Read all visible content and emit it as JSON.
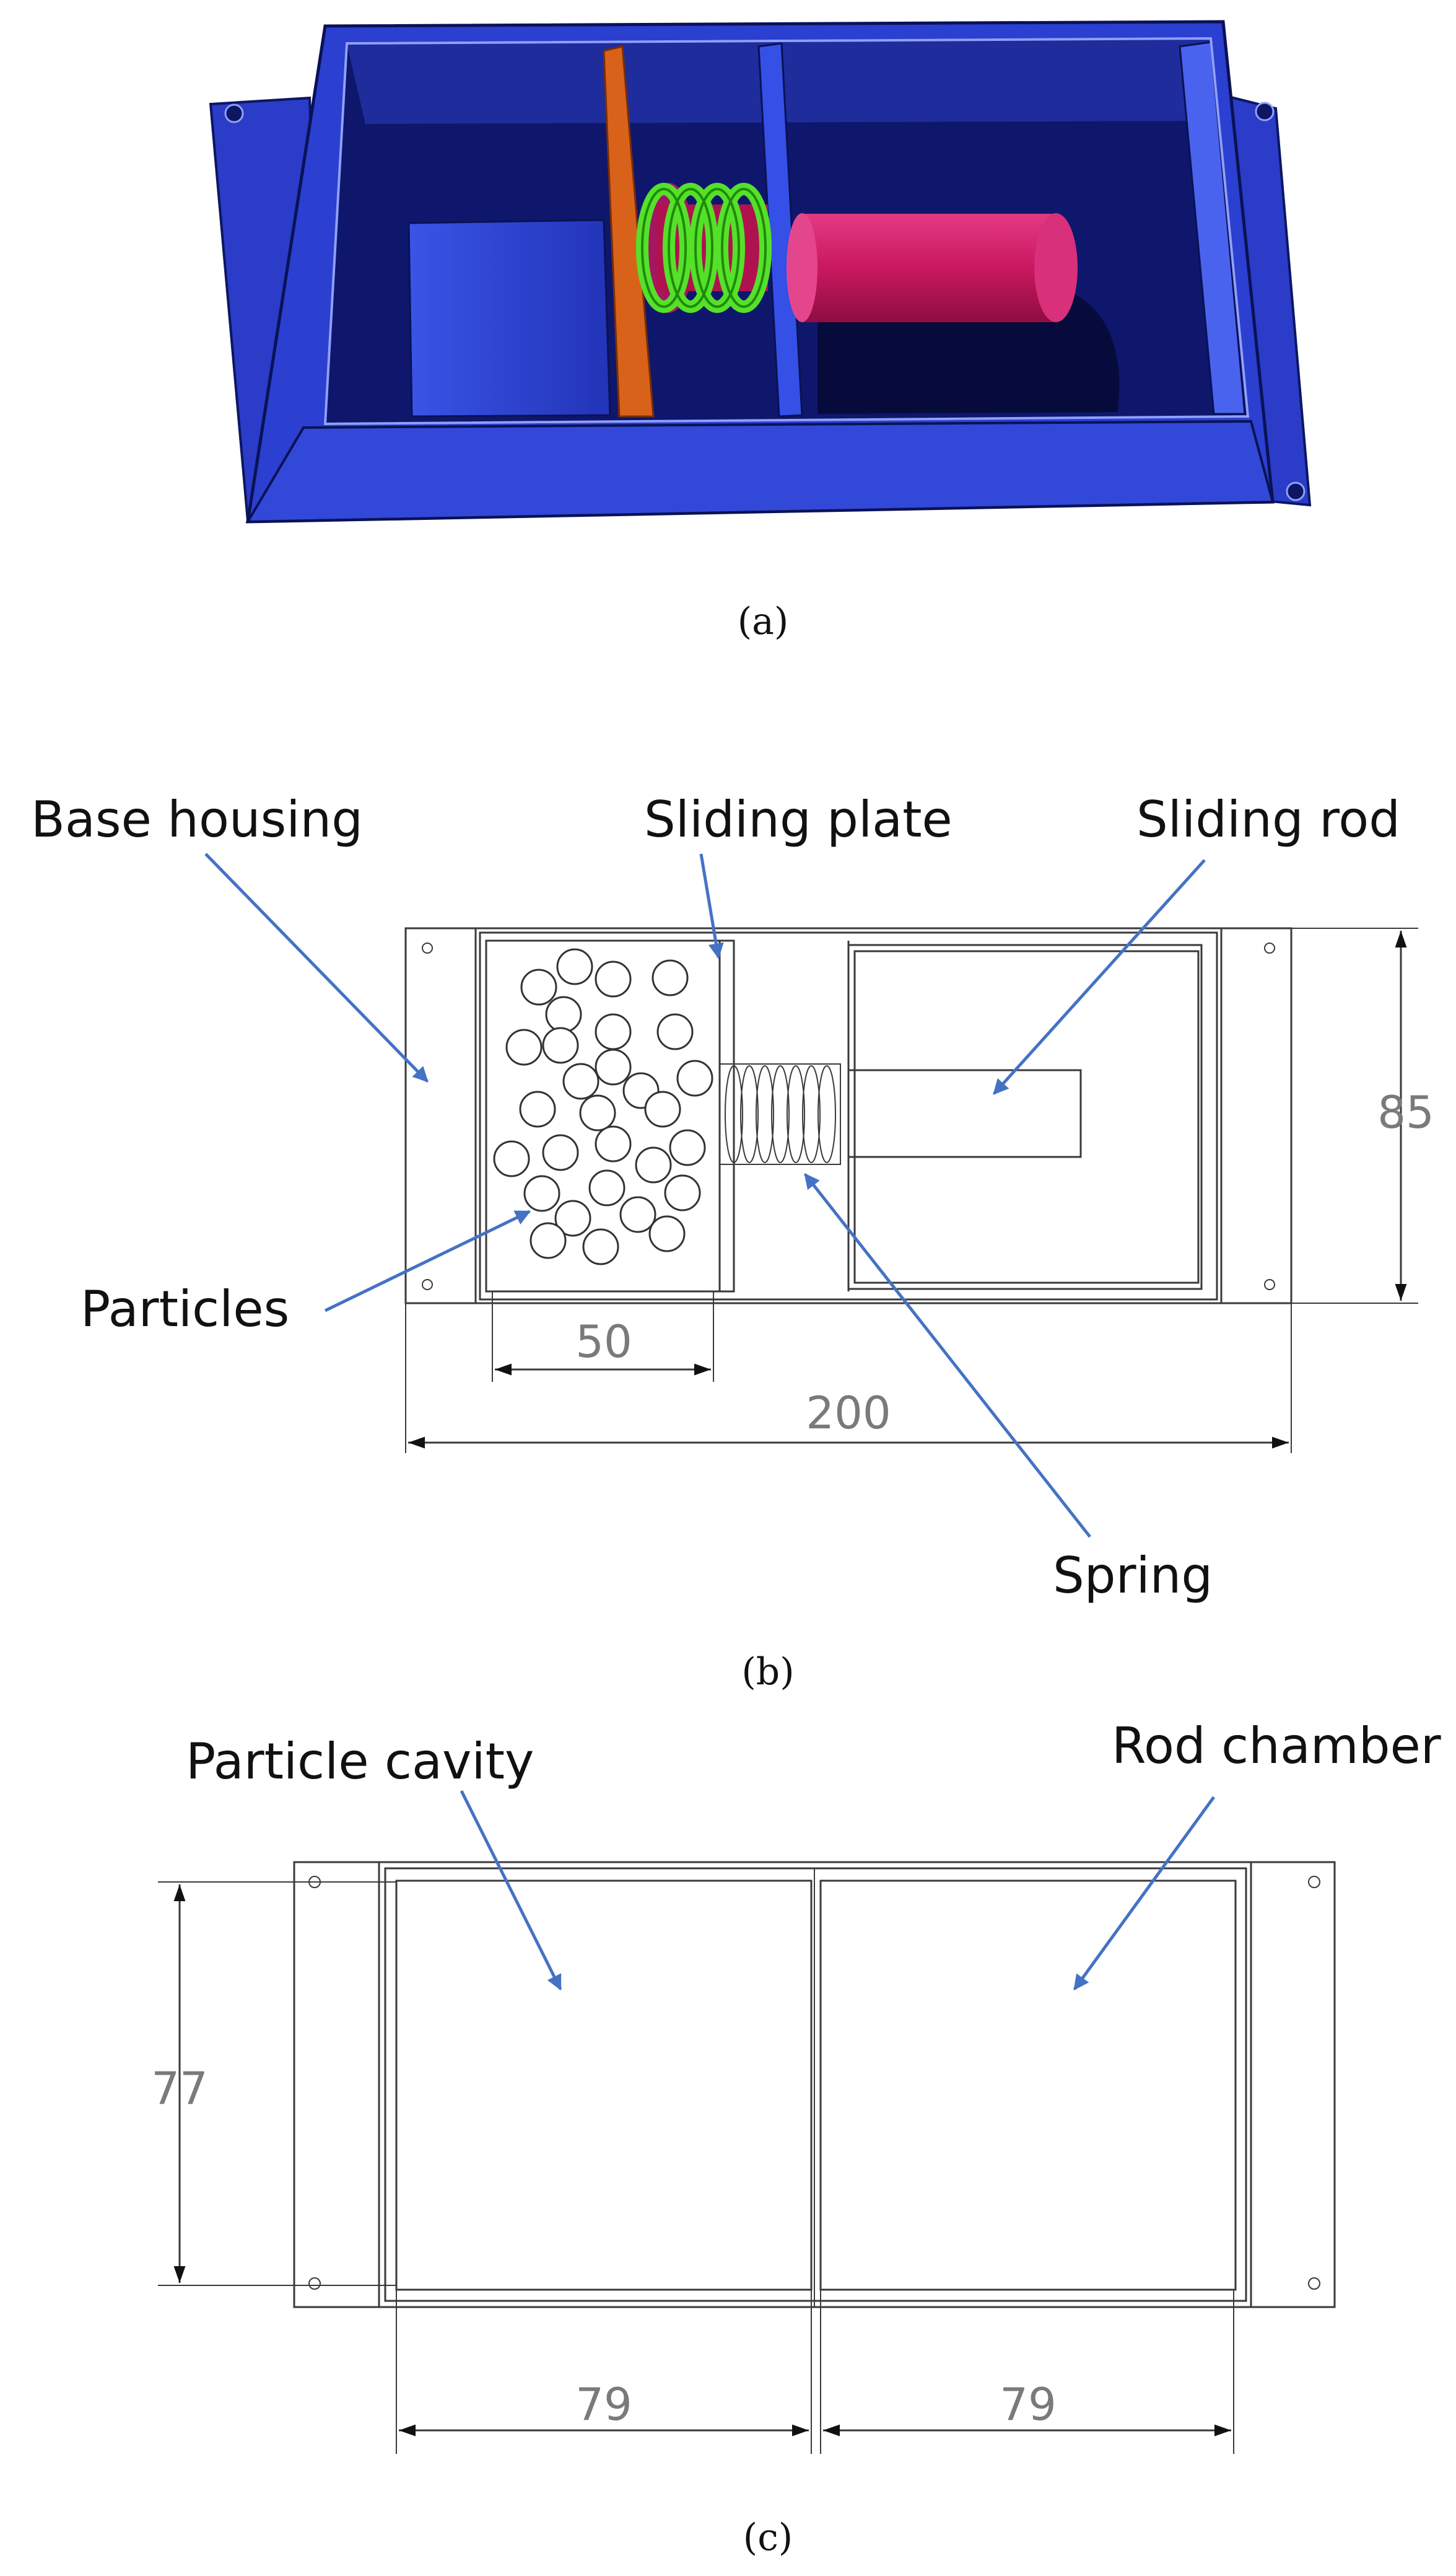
{
  "panel_a": {
    "caption": "(a)",
    "colors": {
      "housing": "#2b3fd0",
      "housing_dark": "#0e176c",
      "plate": "#d9621a",
      "spring": "#55e12a",
      "rod": "#c9185f"
    }
  },
  "panel_b": {
    "caption": "(b)",
    "labels": {
      "base_housing": "Base housing",
      "sliding_plate": "Sliding plate",
      "sliding_rod": "Sliding rod",
      "particles": "Particles",
      "spring": "Spring"
    },
    "dimensions": {
      "height": "85",
      "cavity_width": "50",
      "total_width": "200"
    }
  },
  "panel_c": {
    "caption": "(c)",
    "labels": {
      "particle_cavity": "Particle cavity",
      "rod_chamber": "Rod chamber"
    },
    "dimensions": {
      "height": "77",
      "left_width": "79",
      "right_width": "79"
    }
  }
}
